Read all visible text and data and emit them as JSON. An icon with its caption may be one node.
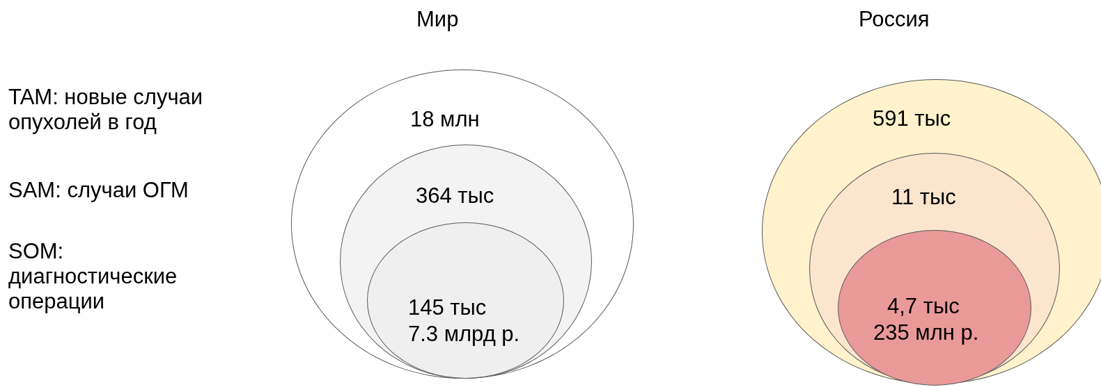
{
  "diagram": {
    "nodes": [
      {
        "text": [
          "18 млн"
        ]
      },
      {
        "text": [
          "364 тыс"
        ],
        "in": 0
      },
      {
        "text": [
          "145 тыс",
          "7.3 млрд р."
        ],
        "in": 1
      },
      {
        "text": [
          "591 тыс"
        ]
      },
      {
        "text": [
          "11 тыс"
        ],
        "in": 3
      },
      {
        "text": [
          "4,7 тыс",
          "235 млн р."
        ],
        "in": 4
      }
    ],
    "labels": [
      "Мир",
      "Россия",
      "TAM: новые случаи опухолей в год",
      "SAM: случаи ОГМ",
      "SOM: диагностические операции"
    ]
  }
}
